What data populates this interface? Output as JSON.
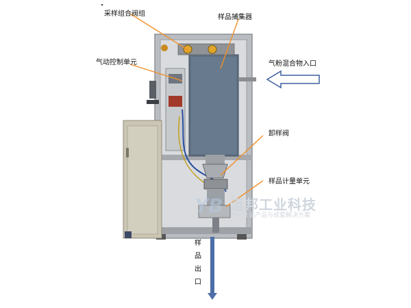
{
  "labels": {
    "valve_group": "采样组合阀组",
    "collector": "样品捕集器",
    "pneumatic": "气动控制单元",
    "inlet": "气粉混合物入口",
    "discharge_valve": "卸样阀",
    "metering": "样品计量单元",
    "outlet_chars": [
      "样",
      "品",
      "出",
      "口"
    ]
  },
  "watermark": {
    "logo": "YB",
    "company": "运邦工业科技",
    "slogan": "专业计量产品与成套解决方案"
  },
  "colors": {
    "leader": "#f0902a",
    "arrow_fill": "#4d6ea8",
    "cabinet": "#c9c4b1",
    "frame": "#a3a6aa",
    "collector": "#5b6b7c"
  }
}
